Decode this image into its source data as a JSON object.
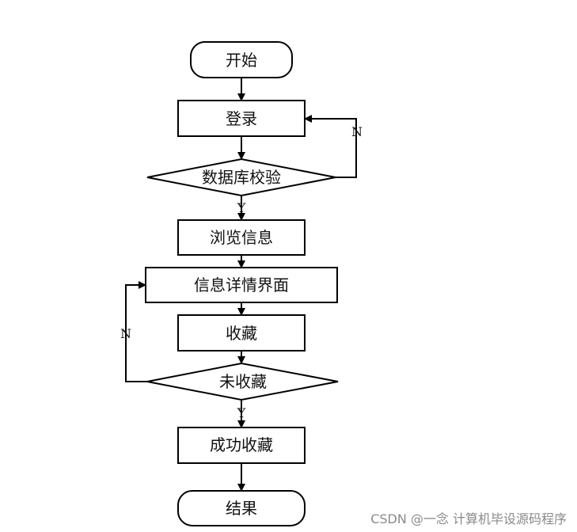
{
  "diagram": {
    "nodes": {
      "start": "开始",
      "login": "登录",
      "db_check": "数据库校验",
      "browse": "浏览信息",
      "detail": "信息详情界面",
      "favorite": "收藏",
      "not_favorited": "未收藏",
      "success": "成功收藏",
      "end": "结果"
    },
    "edge_labels": {
      "db_check_no": "N",
      "db_check_yes": "Y",
      "not_favorited_no": "N",
      "not_favorited_yes": "Y"
    }
  },
  "watermark": "CSDN @一念 计算机毕设源码程序",
  "colors": {
    "stroke": "#000000",
    "text": "#111111",
    "watermark": "#8a8a8a",
    "background": "#ffffff"
  }
}
